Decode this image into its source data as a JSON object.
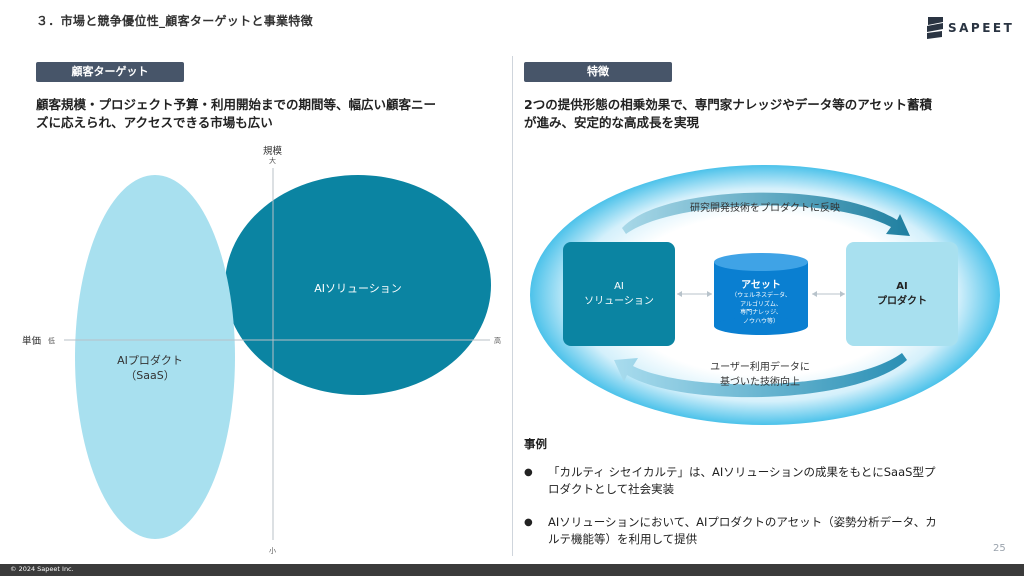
{
  "page": {
    "title": "３．市場と競争優位性_顧客ターゲットと事業特徴",
    "logo_text": "SAPEET",
    "page_number": "25",
    "copyright": "© 2024 Sapeet Inc."
  },
  "left": {
    "section_label": "顧客ターゲット",
    "heading_line1": "顧客規模・プロジェクト予算・利用開始までの期間等、幅広い顧客ニー",
    "heading_line2": "ズに応えられ、アクセスできる市場も広い",
    "chart": {
      "y_axis_label": "規模",
      "y_top": "大",
      "y_bottom": "小",
      "x_axis_label": "単価",
      "x_left": "低",
      "x_right": "高",
      "solution_label": "AIソリューション",
      "product_label_line1": "AIプロダクト",
      "product_label_line2": "（SaaS）"
    }
  },
  "right": {
    "section_label": "特徴",
    "heading_line1": "2つの提供形態の相乗効果で、専門家ナレッジやデータ等のアセット蓄積",
    "heading_line2": "が進み、安定的な高成長を実現",
    "diagram": {
      "top_arrow_label": "研究開発技術をプロダクトに反映",
      "bottom_arrow_line1": "ユーザー利用データに",
      "bottom_arrow_line2": "基づいた技術向上",
      "solution_line1": "AI",
      "solution_line2": "ソリューション",
      "product_line1": "AI",
      "product_line2": "プロダクト",
      "asset_title": "アセット",
      "asset_line1": "（ウェルネスデータ、",
      "asset_line2": "アルゴリズム、",
      "asset_line3": "専門ナレッジ、",
      "asset_line4": "ノウハウ等）"
    },
    "cases_title": "事例",
    "cases": [
      {
        "line1": "「カルティ シセイカルテ」は、AIソリューションの成果をもとにSaaS型プ",
        "line2": "ロダクトとして社会実装"
      },
      {
        "line1": "AIソリューションにおいて、AIプロダクトのアセット（姿勢分析データ、カ",
        "line2": "ルテ機能等）を利用して提供"
      }
    ]
  },
  "colors": {
    "header_bg": "#475569",
    "solution": "#0b84a2",
    "product": "#a8e0ef",
    "asset": "#0a7fd1",
    "ring_outer": "#4cc2ea"
  }
}
